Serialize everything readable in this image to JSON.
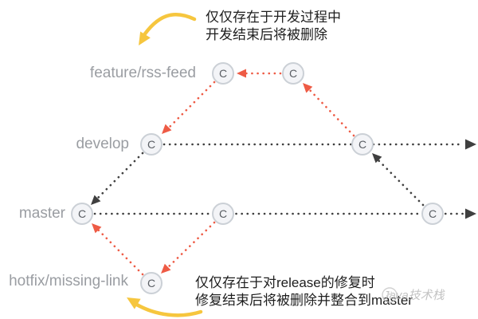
{
  "diagram": {
    "type": "git-branching-flow",
    "commit_label": "C",
    "branches": [
      {
        "id": "feature",
        "label": "feature/rss-feed",
        "commits": 2
      },
      {
        "id": "develop",
        "label": "develop",
        "commits": 2
      },
      {
        "id": "master",
        "label": "master",
        "commits": 3
      },
      {
        "id": "hotfix",
        "label": "hotfix/missing-link",
        "commits": 1
      }
    ],
    "nodes": [
      {
        "id": "feature-c1",
        "branch": "feature",
        "label": "C"
      },
      {
        "id": "feature-c2",
        "branch": "feature",
        "label": "C"
      },
      {
        "id": "develop-c1",
        "branch": "develop",
        "label": "C"
      },
      {
        "id": "develop-c2",
        "branch": "develop",
        "label": "C"
      },
      {
        "id": "master-c1",
        "branch": "master",
        "label": "C"
      },
      {
        "id": "master-c2",
        "branch": "master",
        "label": "C"
      },
      {
        "id": "master-c3",
        "branch": "master",
        "label": "C"
      },
      {
        "id": "hotfix-c1",
        "branch": "hotfix",
        "label": "C"
      }
    ],
    "edges": [
      {
        "from": "feature-c2",
        "to": "feature-c1",
        "style": "red-dotted"
      },
      {
        "from": "feature-c1",
        "to": "develop-c1",
        "style": "red-dotted"
      },
      {
        "from": "develop-c2",
        "to": "feature-c2",
        "style": "red-dotted"
      },
      {
        "from": "develop-c1",
        "to": "master-c1",
        "style": "dark-dotted"
      },
      {
        "from": "master-c3",
        "to": "develop-c2",
        "style": "dark-dotted"
      },
      {
        "from": "hotfix-c1",
        "to": "master-c1",
        "style": "red-dotted"
      },
      {
        "from": "master-c2",
        "to": "hotfix-c1",
        "style": "red-dotted"
      },
      {
        "from": "develop-c2",
        "to": "future-right",
        "style": "dark-dotted-arrow"
      },
      {
        "from": "master-c3",
        "to": "future-right",
        "style": "dark-dotted-arrow"
      }
    ],
    "annotations": [
      {
        "target": "feature",
        "lines": [
          "仅仅存在于开发过程中",
          "开发结束后将被删除"
        ]
      },
      {
        "target": "hotfix",
        "lines": [
          "仅仅存在于对release的修复时",
          "修复结束后将被删除并整合到master"
        ]
      }
    ]
  },
  "watermark": {
    "text": "Java技术栈"
  },
  "colors": {
    "red": "#ee5b45",
    "dark": "#3f3f3f",
    "yellow": "#f6c63e",
    "node_fill": "#f3f4f7",
    "node_border": "#cbd0d6",
    "node_text": "#5a5e64",
    "label_gray": "#9a9da2",
    "ink": "#1e1e1e",
    "watermark_gray": "#b0b0b0"
  }
}
